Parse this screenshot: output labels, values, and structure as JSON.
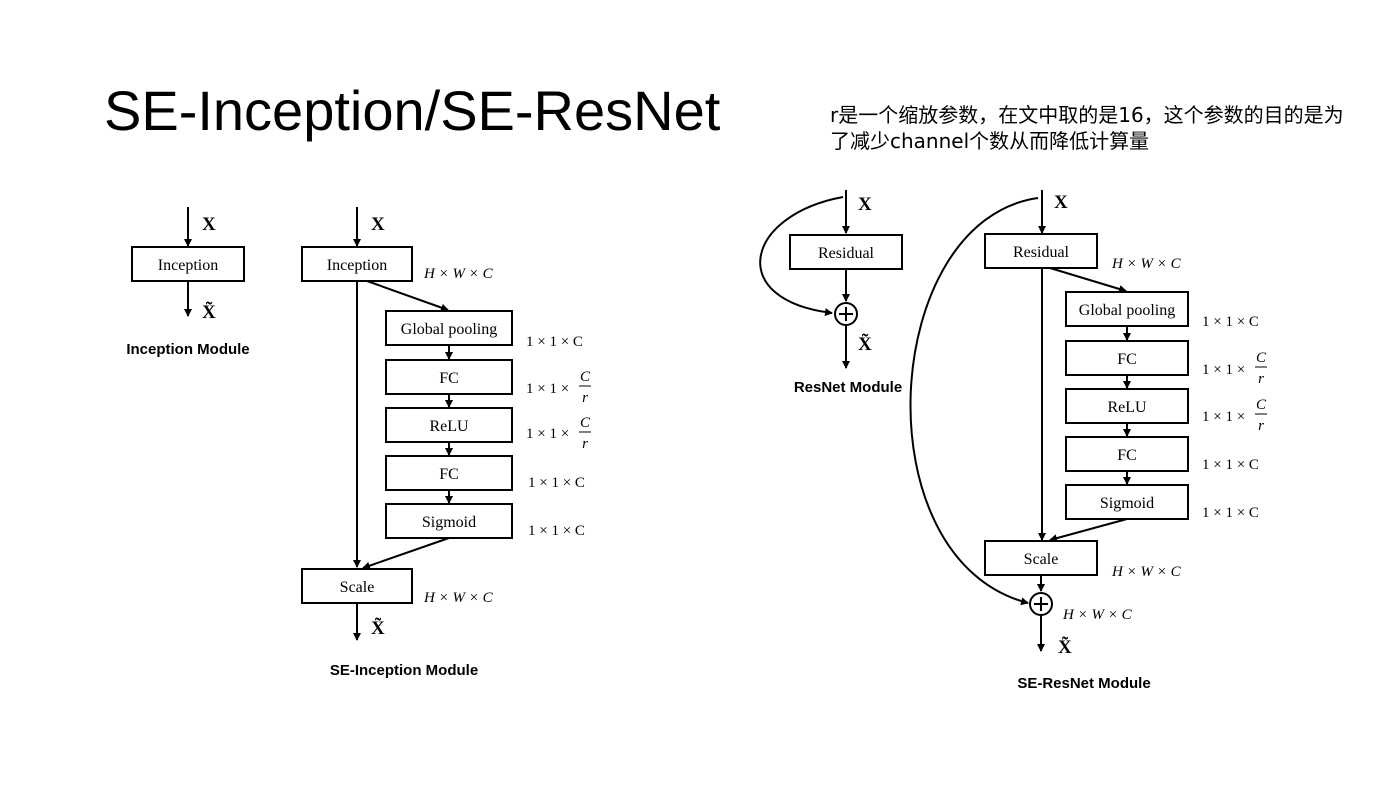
{
  "slide": {
    "title": "SE-Inception/SE-ResNet",
    "note": "r是一个缩放参数，在文中取的是16，这个参数的目的是为了减少channel个数从而降低计算量"
  },
  "diagrams": {
    "input_symbol": "X",
    "output_symbol": "X̃",
    "inception_module": {
      "block": "Inception",
      "caption": "Inception Module"
    },
    "se_inception_module": {
      "caption": "SE-Inception Module",
      "blocks": [
        "Inception",
        "Global pooling",
        "FC",
        "ReLU",
        "FC",
        "Sigmoid",
        "Scale"
      ],
      "dims": {
        "hwc": "H × W × C",
        "one_c": "1 × 1 × C",
        "one_prefix": "1 × 1 ×",
        "frac_num": "C",
        "frac_den": "r"
      }
    },
    "resnet_module": {
      "block": "Residual",
      "caption": "ResNet Module"
    },
    "se_resnet_module": {
      "caption": "SE-ResNet Module",
      "blocks": [
        "Residual",
        "Global pooling",
        "FC",
        "ReLU",
        "FC",
        "Sigmoid",
        "Scale"
      ]
    }
  }
}
